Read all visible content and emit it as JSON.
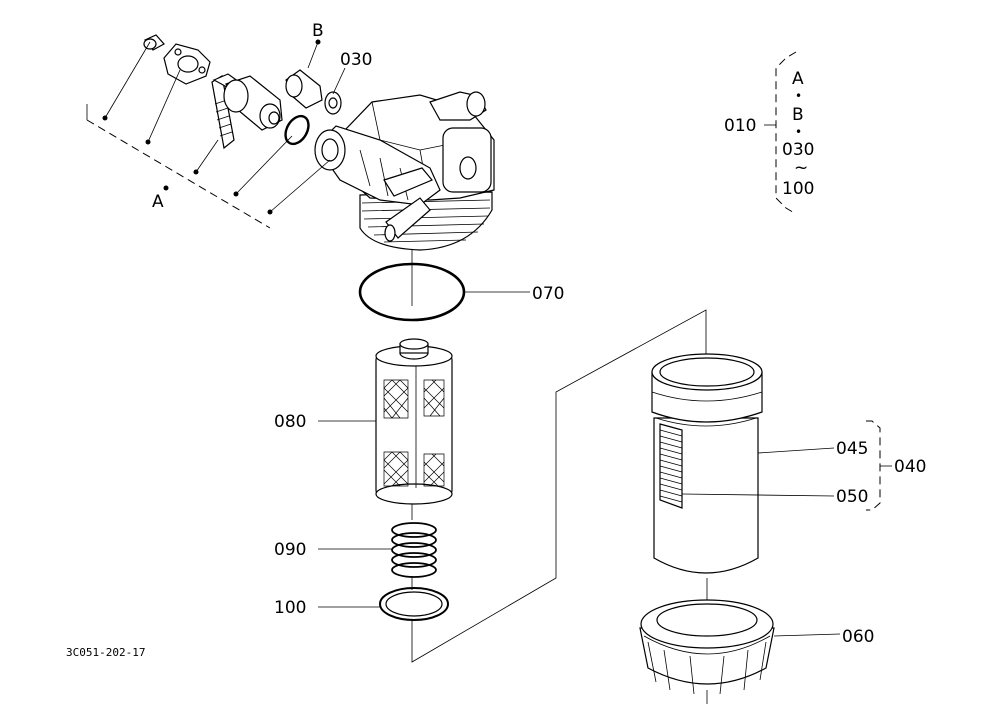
{
  "labels": {
    "B": "B",
    "A": "A",
    "p030": "030",
    "p070": "070",
    "p080": "080",
    "p090": "090",
    "p100": "100",
    "p045": "045",
    "p050": "050",
    "p040": "040",
    "p060": "060",
    "p010": "010"
  },
  "legend": {
    "line1": "A",
    "dot1": "•",
    "line2": "B",
    "dot2": "•",
    "line3": "030",
    "tilde": "~",
    "line4": "100"
  },
  "drawing_code": "3C051-202-17"
}
